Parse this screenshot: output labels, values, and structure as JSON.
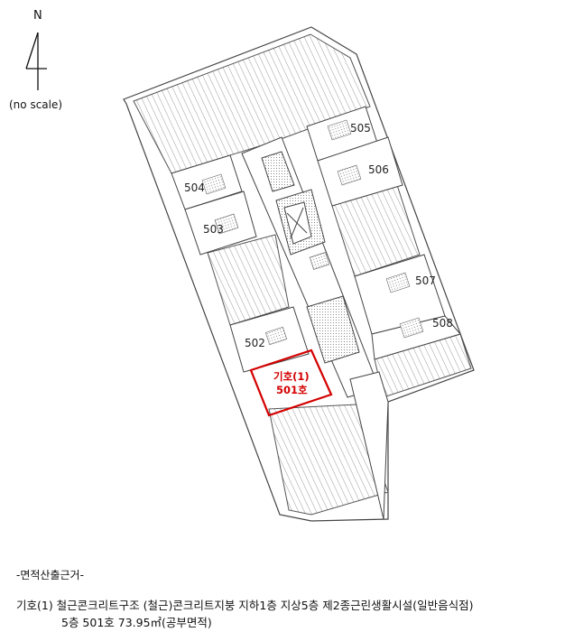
{
  "north": {
    "letter": "N"
  },
  "scale_note": "(no scale)",
  "units": {
    "u501_line1": "기호(1)",
    "u501_line2": "501호",
    "u502": "502",
    "u503": "503",
    "u504": "504",
    "u505": "505",
    "u506": "506",
    "u507": "507",
    "u508": "508"
  },
  "colors": {
    "highlight": "#d40000",
    "hatch": "#9a9a9a",
    "wall": "#444444"
  },
  "basis": {
    "title": "-면적산출근거-",
    "line1": "기호(1) 철근콘크리트구조 (철근)콘크리트지붕 지하1층 지상5층 제2종근린생활시설(일반음식점)",
    "line2": "5층 501호 73.95㎡(공부면적)"
  }
}
